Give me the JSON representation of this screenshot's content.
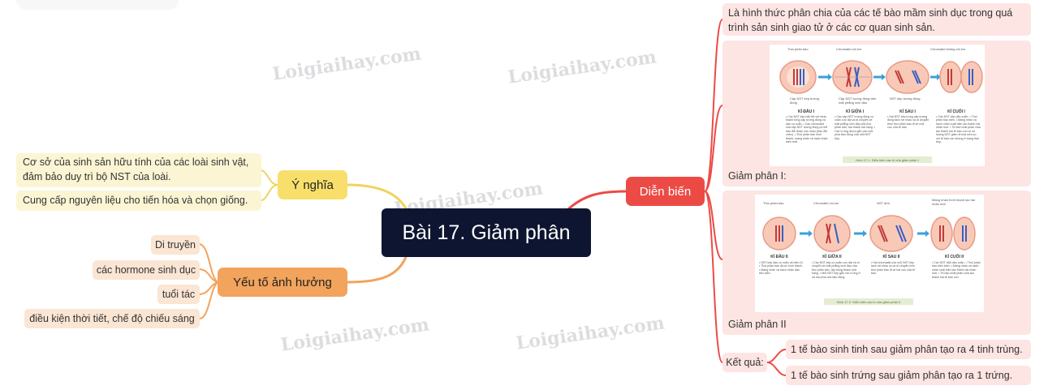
{
  "root": {
    "title": "Bài 17. Giảm phân"
  },
  "watermark": "Loigiaihay.com",
  "y_nghia": {
    "label": "Ý nghĩa",
    "items": [
      "Cơ sở của sinh sản hữu tính của các loài sinh vật, đảm bảo duy trì bộ NST của loài.",
      "Cung cấp nguyên liệu cho tiến hóa và chọn giống."
    ]
  },
  "yeu_to": {
    "label": "Yếu tố ảnh hưởng",
    "items": [
      "Di truyền",
      "các hormone sinh dục",
      "tuổi tác",
      "điều kiện thời tiết, chế độ chiếu sáng"
    ]
  },
  "dien_bien": {
    "label": "Diễn biến",
    "definition": "Là hình thức phân chia của các tế bào mầm sinh dục trong quá trình sản sinh giao tử ở các cơ quan sinh sản.",
    "gp1": {
      "caption": "Giảm phân I:",
      "top_labels": [
        "Thoi phân bào",
        "Chromatid chị em",
        "Chromatid không chị em"
      ],
      "bottom_labels": [
        "Cặp NST kép tương đồng",
        "Cặp NST tương đồng trên mặt phẳng xích đạo",
        "NST kép tương đồng"
      ],
      "stages": [
        {
          "title": "KÌ ĐẦU I",
          "text": "• Các NST kép bắt đôi với nhau thành từng cặp tương đồng và dần co xoắn. • Các chromatid của cặp NST tương đồng có thể trao đổi đoạn cho nhau (trao đổi chéo). • Thoi phân bào hình thành; màng nhân và hạch nhân biến mất."
        },
        {
          "title": "KÌ GIỮA I",
          "text": "• Các cặp NST tương đồng co xoắn cực đại và di chuyển về mặt phẳng xích đạo của thoi phân bào, tạo thành hai hàng. • Các vị ống được gắn vào một phía tâm động của mỗi NST kép."
        },
        {
          "title": "KÌ SAU I",
          "text": "• Hai NST kép trong cặp tương đồng tách rời nhau và di chuyển theo thoi phân bào đi về một cực của tế bào."
        },
        {
          "title": "KÌ CUỐI I",
          "text": "• Các NST kép dãn xoắn. • Thoi phân bào biến. • Màng nhân và hạch nhân xuất hiện tạo thành hai nhân mới. • Tế bào chất phân chia tạo thành hai tế bào con có số lượng NST giảm đi một nửa so với tế bào mẹ nhưng ở trạng thái kép."
        }
      ],
      "figure_caption": "Hình 17.1. Diễn biến các kì của giảm phân I"
    },
    "gp2": {
      "caption": "Giảm phân II",
      "top_labels": [
        "Thoi phân bào",
        "Chromatid chị em",
        "NST đơn",
        "Màng nhân hình thành tạo hai nhân mới"
      ],
      "stages": [
        {
          "title": "KÌ ĐẦU II",
          "text": "• NST kép dần co xoắn và hiện rõ. • Thoi phân bào được hình thành. • Màng nhân và hạch nhân dần tiêu biến."
        },
        {
          "title": "KÌ GIỮA II",
          "text": "• Các NST kép co xoắn cực đại và di chuyển về mặt phẳng xích đạo của thoi phân bào, tập trung thành một hàng. • Mỗi NST kép gắn với vi ống ở cả hai phía của tâm động."
        },
        {
          "title": "KÌ SAU II",
          "text": "• Hai chromatid của mỗi NST kép tách rời nhau ra và di chuyển trên thoi phân bào đi về hai cực của tế bào."
        },
        {
          "title": "KÌ CUỐI II",
          "text": "• Các NST dãn dần xoắn. • Thoi phân bào biến biến. • Màng nhân và hạch nhân xuất hiện tạo thành hai nhân mới. • Tế bào chất phân chia tạo thành hai tế bào con."
        }
      ],
      "figure_caption": "Hình 17.2. Diễn biến các kì của giảm phân II"
    },
    "ket_qua": {
      "label": "Kết quả:",
      "items": [
        "1 tế bào sinh tinh sau giảm phân tạo ra 4 tinh trùng.",
        "1 tế bào sinh trứng sau giảm phân tạo ra 1 trứng."
      ]
    }
  },
  "colors": {
    "root_bg": "#0e1530",
    "yellow": "#f8df6b",
    "orange": "#f2a35c",
    "red": "#ec4b45",
    "pink_leaf": "#fde5e3",
    "yellow_leaf": "#fbf5d3",
    "orange_leaf": "#fbe5d3"
  }
}
